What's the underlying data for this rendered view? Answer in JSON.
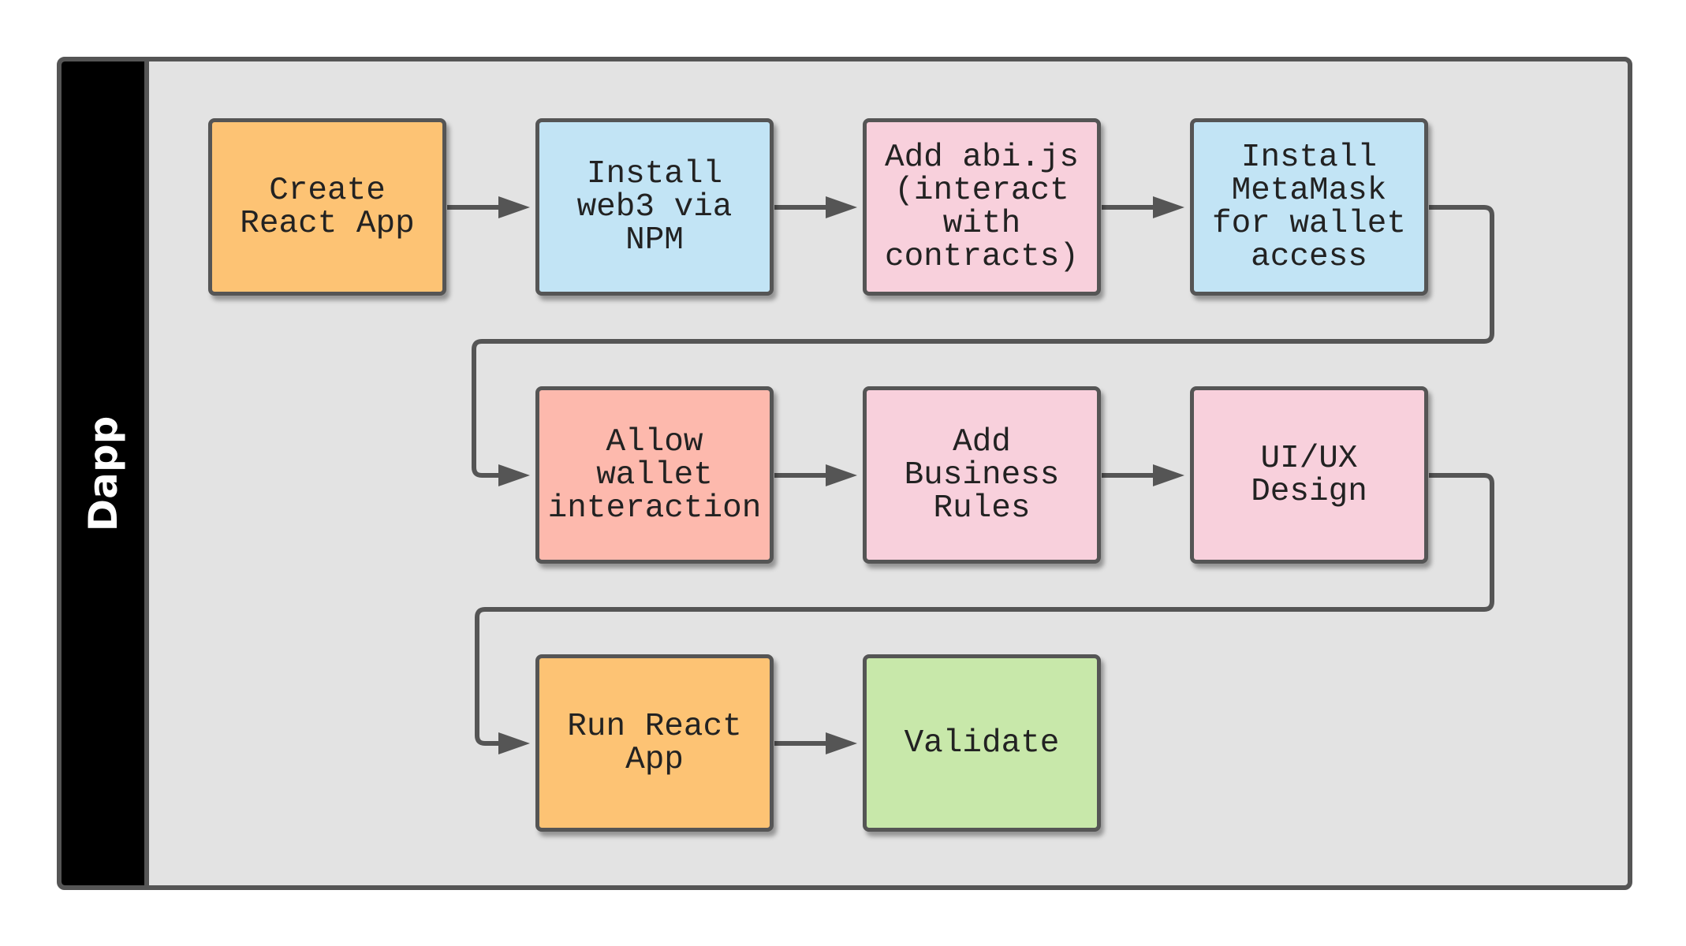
{
  "lane": {
    "label": "Dapp"
  },
  "steps": [
    {
      "label": "Create\nReact App"
    },
    {
      "label": "Install\nweb3 via\nNPM"
    },
    {
      "label": "Add abi.js\n(interact\nwith\ncontracts)"
    },
    {
      "label": "Install\nMetaMask\nfor wallet\naccess"
    },
    {
      "label": "Allow\nwallet\ninteraction"
    },
    {
      "label": "Add\nBusiness\nRules"
    },
    {
      "label": "UI/UX\nDesign"
    },
    {
      "label": "Run React\nApp"
    },
    {
      "label": "Validate"
    }
  ],
  "colors": {
    "orange": "#fdc374",
    "blue": "#c2e4f5",
    "pink": "#f8d0dc",
    "salmon": "#fdb9ad",
    "green": "#c8e8aa",
    "border": "#555555",
    "lane_header": "#000000"
  }
}
